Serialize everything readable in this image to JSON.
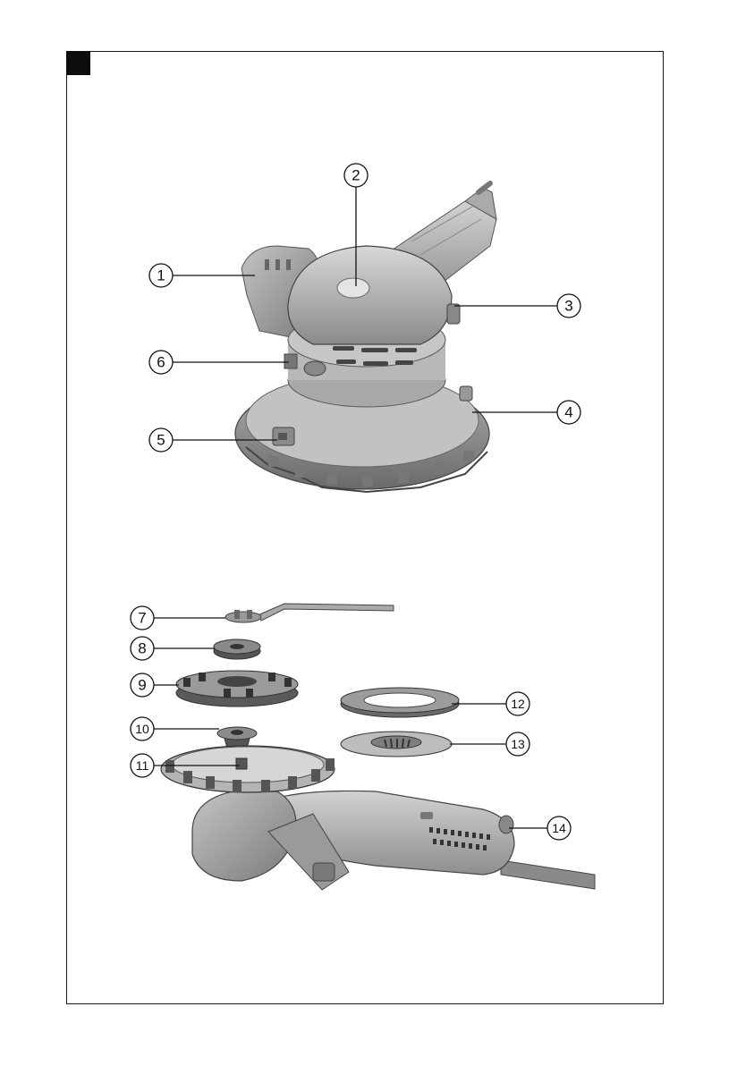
{
  "figure_id": "",
  "callouts": [
    "1",
    "2",
    "3",
    "4",
    "5",
    "6",
    "7",
    "8",
    "9",
    "10",
    "11",
    "12",
    "13",
    "14"
  ],
  "colors": {
    "line": "#111111",
    "body_light": "#c8c8c8",
    "body_mid": "#9e9e9e",
    "body_dark": "#6a6a6a",
    "frame": "#1a1a1a"
  },
  "icons": {
    "corner_marker": "black-square"
  }
}
